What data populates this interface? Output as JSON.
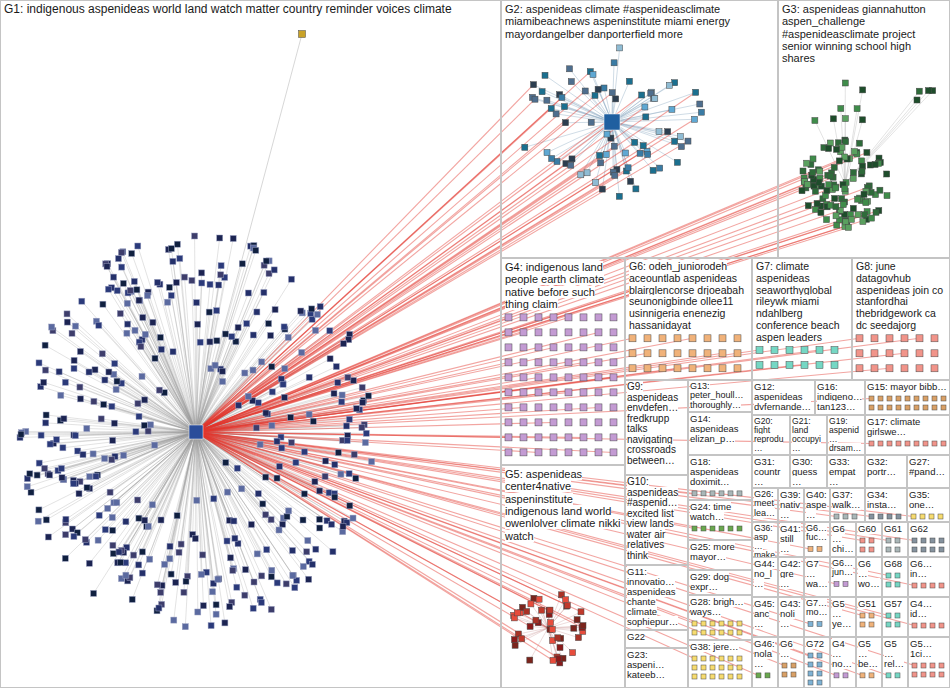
{
  "diagram": {
    "nodes": [
      {
        "text": [
          "G1: indigenous aspenideas world land watch matter country reminder voices climate"
        ]
      },
      {
        "text": [
          "G2: aspenideas climate #aspenideasclimate miamibeachnews aspeninstitute miami energy mayordangelber danporterfield more"
        ]
      },
      {
        "text": [
          "G3: aspenideas giannahutton aspen_challenge #aspenideasclimate project senior winning school high shares"
        ]
      },
      {
        "text": [
          "G4: indigenous land people earth climate native before such thing claim"
        ]
      },
      {
        "text": [
          "G6: odeh_juniorodeh aceountlab aspenideas blairglencorse drjoeabah seunonigbinde ollee11 usinnigeria enenezig hassanidayat"
        ]
      },
      {
        "text": [
          "G7: climate aspenideas seaworthyglobal rileywk miami ndahlberg conference beach aspen leaders"
        ]
      },
      {
        "text": [
          "G8: june datagovhub aspenideas join co stanfordhai thebridgework ca dc seedajorg"
        ]
      },
      {
        "text": [
          "G9: aspenideas envdefen… fredkrupp talks navigating crossroads between…"
        ]
      },
      {
        "text": [
          "G13: peter_houll… thoroughly…"
        ]
      },
      {
        "text": [
          "G12: aspenideas dvfernande…"
        ]
      },
      {
        "text": [
          "G16: indigeno… tan123…"
        ]
      },
      {
        "text": [
          "G15: mayor bibb…"
        ]
      },
      {
        "text": [
          "G14: aspenideas elizan_p…"
        ]
      },
      {
        "text": [
          "G20: fight reprodu…"
        ]
      },
      {
        "text": [
          "G21: land occupyi…"
        ]
      },
      {
        "text": [
          "G19: aspenid… drsam…"
        ]
      },
      {
        "text": [
          "G17: climate girlswe…"
        ]
      },
      {
        "text": [
          "G18: aspenideas doximit…"
        ]
      },
      {
        "text": [
          "G31: countr…"
        ]
      },
      {
        "text": [
          "G30: guess…"
        ]
      },
      {
        "text": [
          "G33: empat…"
        ]
      },
      {
        "text": [
          "G32: portr…"
        ]
      },
      {
        "text": [
          "G27: #pand…"
        ]
      },
      {
        "text": [
          "G10: aspenideas #aspenid… excited list view lands water air relatives think"
        ]
      },
      {
        "text": [
          "G26: meet lea…"
        ]
      },
      {
        "text": [
          "G39: nativ…"
        ]
      },
      {
        "text": [
          "G40: aspe…"
        ]
      },
      {
        "text": [
          "G37: walk…"
        ]
      },
      {
        "text": [
          "G34: insta…"
        ]
      },
      {
        "text": [
          "G35: one…"
        ]
      },
      {
        "text": [
          "G24: time watch…"
        ]
      },
      {
        "text": [
          "G5: aspenideas center4native aspeninstitute indigenous land world owenlolver climate nikki watch"
        ]
      },
      {
        "text": [
          "G36: asp… make…"
        ]
      },
      {
        "text": [
          "G41: still…"
        ]
      },
      {
        "text": [
          "G6… fuc…"
        ]
      },
      {
        "text": [
          "G6… chi…"
        ]
      },
      {
        "text": [
          "G60"
        ]
      },
      {
        "text": [
          "G61"
        ]
      },
      {
        "text": [
          "G62"
        ]
      },
      {
        "text": [
          "G25: more mayor…"
        ]
      },
      {
        "text": [
          "G44: no_l…"
        ]
      },
      {
        "text": [
          "G42: gre…"
        ]
      },
      {
        "text": [
          "G7… wa…"
        ]
      },
      {
        "text": [
          "G6… jun…"
        ]
      },
      {
        "text": [
          "G6… wo…"
        ]
      },
      {
        "text": [
          "G68"
        ]
      },
      {
        "text": [
          "G6… in…"
        ]
      },
      {
        "text": [
          "G11: innovatio… aspenideas chante climate sophiepur…"
        ]
      },
      {
        "text": [
          "G29: dog expr…"
        ]
      },
      {
        "text": [
          "G28: brigh… ways…"
        ]
      },
      {
        "text": [
          "G45: anc…"
        ]
      },
      {
        "text": [
          "G43: noli…"
        ]
      },
      {
        "text": [
          "G7… mo…"
        ]
      },
      {
        "text": [
          "G5… ye…"
        ]
      },
      {
        "text": [
          "G51"
        ]
      },
      {
        "text": [
          "G57"
        ]
      },
      {
        "text": [
          "G4… id…"
        ]
      },
      {
        "text": [
          "G22"
        ]
      },
      {
        "text": [
          "G23: aspeni… kateeb…"
        ]
      },
      {
        "text": [
          "G38: jere…"
        ]
      },
      {
        "text": [
          "G46: nola…"
        ]
      },
      {
        "text": [
          "G6…"
        ]
      },
      {
        "text": [
          "G72"
        ]
      },
      {
        "text": [
          "G4… no…"
        ]
      },
      {
        "text": [
          "G5… be…"
        ]
      },
      {
        "text": [
          "G5… rel…"
        ]
      },
      {
        "text": [
          "G5… 1ci…"
        ]
      }
    ]
  }
}
